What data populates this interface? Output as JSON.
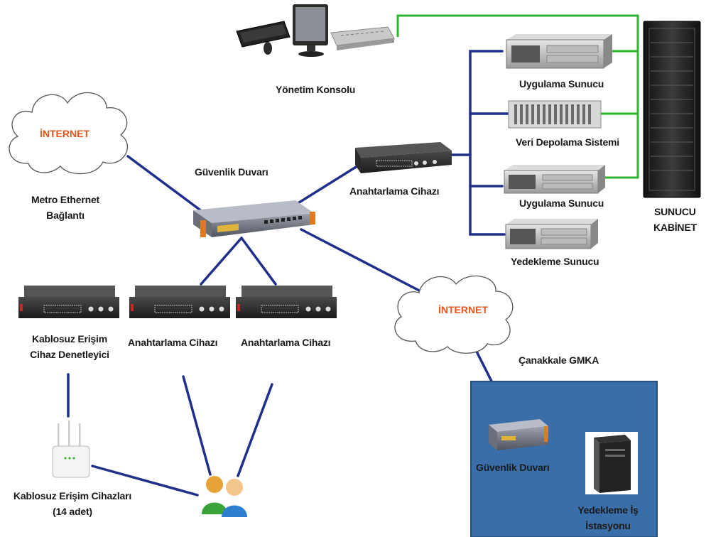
{
  "labels": {
    "yonetim_konsolu": "Yönetim Konsolu",
    "uygulama_sunucu_1": "Uygulama Sunucu",
    "veri_depolama": "Veri Depolama Sistemi",
    "uygulama_sunucu_2": "Uygulama Sunucu",
    "yedekleme_sunucu": "Yedekleme Sunucu",
    "sunucu_kabinet_1": "SUNUCU",
    "sunucu_kabinet_2": "KABİNET",
    "internet_1": "İNTERNET",
    "internet_2": "İNTERNET",
    "metro_ethernet_1": "Metro Ethernet",
    "metro_ethernet_2": "Bağlantı",
    "guvenlik_duvari_main": "Güvenlik Duvarı",
    "anahtarlama_top": "Anahtarlama Cihazı",
    "kablosuz_denetleyici_1": "Kablosuz Erişim",
    "kablosuz_denetleyici_2": "Cihaz Denetleyici",
    "anahtarlama_left": "Anahtarlama Cihazı",
    "anahtarlama_right": "Anahtarlama Cihazı",
    "canakkale_gmka": "Çanakkale GMKA",
    "guvenlik_duvari_remote": "Güvenlik Duvarı",
    "kablosuz_cihazlar_1": "Kablosuz Erişim Cihazları",
    "kablosuz_cihazlar_2": "(14 adet)",
    "yedekleme_is_1": "Yedekleme İş",
    "yedekleme_is_2": "İstasyonu"
  },
  "colors": {
    "network_link": "#1f2f8a",
    "management_link": "#2fb52f",
    "internet_text": "#e8541a",
    "gmka_box": "#3a6ea8"
  },
  "icons": [
    "keyboard-icon",
    "mouse-icon",
    "monitor-icon",
    "kvm-switch-icon",
    "server-icon",
    "storage-array-icon",
    "server-rack-icon",
    "cloud-icon",
    "firewall-icon",
    "network-switch-icon",
    "wireless-access-point-icon",
    "users-icon",
    "workstation-icon"
  ]
}
